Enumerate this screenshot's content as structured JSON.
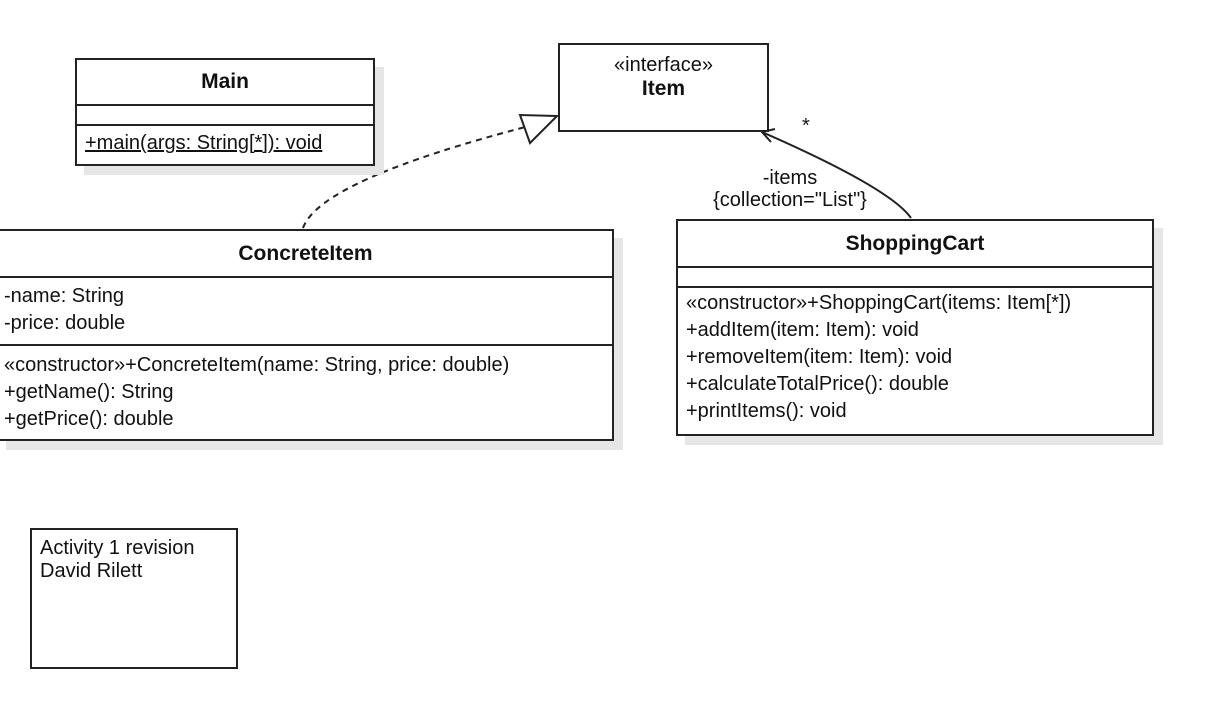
{
  "classes": {
    "main": {
      "name": "Main",
      "operations": [
        "+main(args: String[*]): void"
      ]
    },
    "item": {
      "stereotype": "«interface»",
      "name": "Item"
    },
    "concrete_item": {
      "name": "ConcreteItem",
      "attributes": [
        "-name: String",
        "-price: double"
      ],
      "operations": [
        "«constructor»+ConcreteItem(name: String, price: double)",
        "+getName(): String",
        "+getPrice(): double"
      ]
    },
    "shopping_cart": {
      "name": "ShoppingCart",
      "operations": [
        "«constructor»+ShoppingCart(items: Item[*])",
        "+addItem(item: Item): void",
        "+removeItem(item: Item): void",
        "+calculateTotalPrice(): double",
        "+printItems(): void"
      ]
    }
  },
  "association": {
    "role": "-items",
    "constraint": "{collection=\"List\"}",
    "multiplicity": "*"
  },
  "note": {
    "lines": [
      "Activity 1 revision",
      "David Rilett"
    ]
  }
}
